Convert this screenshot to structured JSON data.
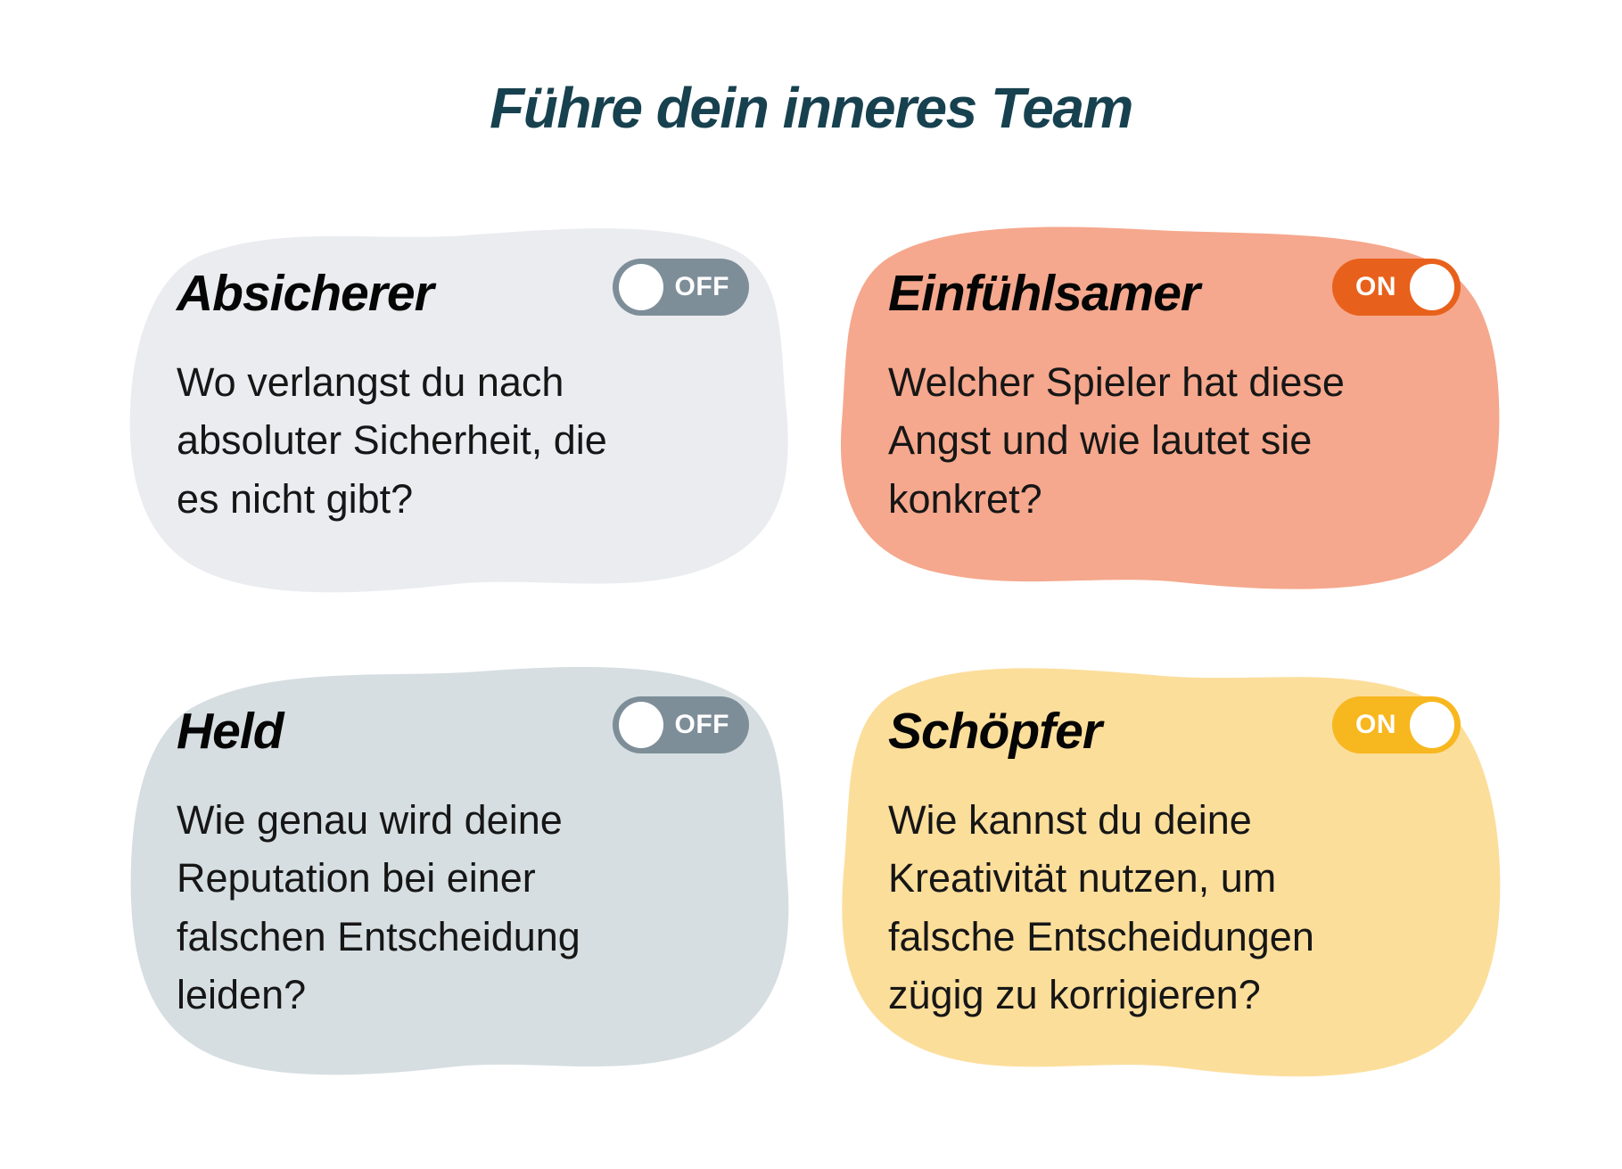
{
  "page_title": "Führe dein inneres Team",
  "cards": [
    {
      "id": "absicherer",
      "title": "Absicherer",
      "toggle": {
        "state": "off",
        "label": "OFF"
      },
      "question_lines": [
        "Wo verlangst du nach",
        "absoluter Sicherheit, die",
        "es nicht gibt?"
      ]
    },
    {
      "id": "einfuehlsamer",
      "title": "Einfühlsamer",
      "toggle": {
        "state": "on",
        "label": "ON"
      },
      "question_lines": [
        "Welcher Spieler hat diese",
        "Angst und wie lautet sie",
        "konkret?"
      ]
    },
    {
      "id": "held",
      "title": "Held",
      "toggle": {
        "state": "off",
        "label": "OFF"
      },
      "question_lines": [
        "Wie genau wird deine",
        "Reputation bei einer",
        "falschen Entscheidung",
        "leiden?"
      ]
    },
    {
      "id": "schoepfer",
      "title": "Schöpfer",
      "toggle": {
        "state": "on",
        "label": "ON"
      },
      "question_lines": [
        "Wie kannst du deine",
        "Kreativität nutzen, um",
        "falsche Entscheidungen",
        "zügig zu korrigieren?"
      ]
    }
  ],
  "colors": {
    "background": "#FFFFFF",
    "title": "#17414F",
    "text": "#161616",
    "card_absicherer_bg": "#EBECF0",
    "card_einfuehlsamer_bg": "#F5A88D",
    "card_held_bg": "#D6DEE1",
    "card_schoepfer_bg": "#FCDE9B",
    "toggle_off": "#7E8E99",
    "toggle_on_orange": "#E8611C",
    "toggle_on_yellow": "#F7B71E",
    "toggle_knob": "#FFFFFF",
    "toggle_label": "#FFFFFF"
  }
}
